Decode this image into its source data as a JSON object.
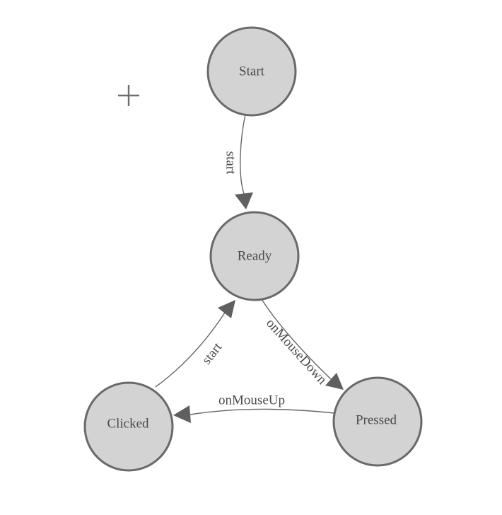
{
  "diagram": {
    "colors": {
      "background": "#ffffff",
      "node_fill": "#d3d3d3",
      "node_stroke": "#696969",
      "edge_stroke": "#666666",
      "arrow_fill": "#5f5f5f",
      "label_text": "#4a4a4a",
      "cursor_cross": "#6e6e6e"
    },
    "nodes": [
      {
        "id": "start",
        "label": "Start"
      },
      {
        "id": "ready",
        "label": "Ready"
      },
      {
        "id": "pressed",
        "label": "Pressed"
      },
      {
        "id": "clicked",
        "label": "Clicked"
      }
    ],
    "edges": [
      {
        "from": "start",
        "to": "ready",
        "label": "start"
      },
      {
        "from": "ready",
        "to": "pressed",
        "label": "onMouseDown"
      },
      {
        "from": "pressed",
        "to": "clicked",
        "label": "onMouseUp"
      },
      {
        "from": "clicked",
        "to": "ready",
        "label": "start"
      }
    ]
  }
}
